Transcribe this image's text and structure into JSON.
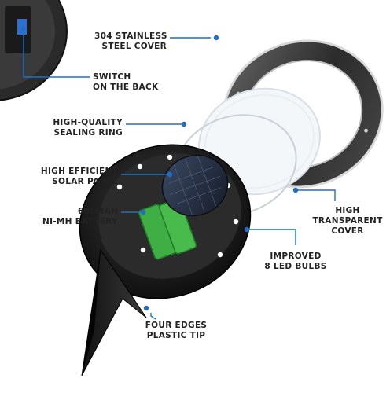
{
  "labels": {
    "steel_cover": [
      "304 STAINLESS",
      "STEEL COVER"
    ],
    "switch": [
      "SWITCH",
      "ON THE BACK"
    ],
    "sealing_ring": [
      "HIGH-QUALITY",
      "SEALING RING"
    ],
    "solar_panel": [
      "HIGH EFFICIENT",
      "SOLAR PANEL"
    ],
    "battery": [
      "600MAH",
      "NI-MH BATTERY"
    ],
    "transparent_cover": [
      "HIGH",
      "TRANSPARENT",
      "COVER"
    ],
    "led_bulbs": [
      "IMPROVED",
      "8 LED BULBS"
    ],
    "plastic_tip": [
      "FOUR EDGES",
      "PLASTIC TIP"
    ]
  },
  "colors": {
    "callout_line": "#1e6fc9",
    "callout_dot": "#1e6fc9",
    "text": "#222222",
    "steel_ring": "#3a3a3a",
    "steel_ring_edge": "#cfcfcf",
    "base": "#1c1c1c",
    "solar_cell": "#2b3446",
    "battery": "#3fae44"
  }
}
